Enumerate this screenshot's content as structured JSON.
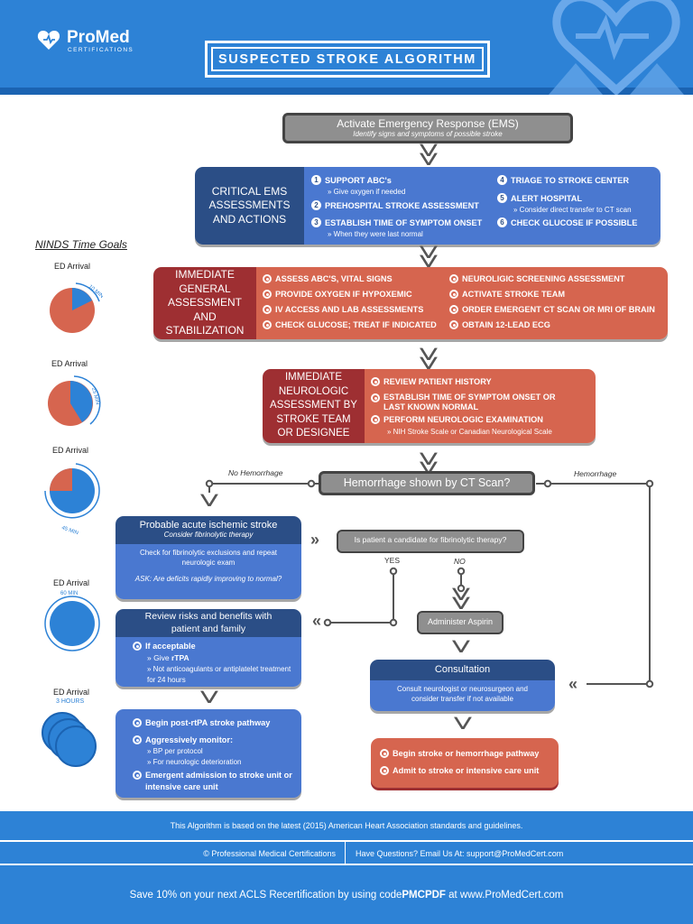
{
  "header": {
    "brand_name": "ProMed",
    "brand_sub": "CERTIFICATIONS",
    "title": "SUSPECTED STROKE ALGORITHM"
  },
  "ninds": {
    "heading": "NINDS Time Goals",
    "goals": [
      {
        "label": "ED Arrival",
        "time": "10 MIN",
        "fraction": 0.167
      },
      {
        "label": "ED Arrival",
        "time": "25 MIN",
        "fraction": 0.417
      },
      {
        "label": "ED Arrival",
        "time": "45 MIN",
        "fraction": 0.75
      },
      {
        "label": "ED Arrival",
        "time": "60 MIN",
        "fraction": 1.0
      },
      {
        "label": "ED Arrival",
        "time": "3 HOURS",
        "fraction": 3.0
      }
    ]
  },
  "ems": {
    "title": "Activate Emergency Response (EMS)",
    "subtitle": "Identify signs and symptoms of possible stroke"
  },
  "critical": {
    "heading": "CRITICAL EMS ASSESSMENTS AND ACTIONS",
    "items": [
      {
        "n": "1",
        "text": "SUPPORT ABC's",
        "sub": "Give oxygen if needed"
      },
      {
        "n": "2",
        "text": "PREHOSPITAL STROKE ASSESSMENT",
        "sub": ""
      },
      {
        "n": "3",
        "text": "ESTABLISH TIME OF SYMPTOM ONSET",
        "sub": "When they were last normal"
      },
      {
        "n": "4",
        "text": "TRIAGE TO STROKE CENTER",
        "sub": ""
      },
      {
        "n": "5",
        "text": "ALERT HOSPITAL",
        "sub": "Consider direct transfer to CT scan"
      },
      {
        "n": "6",
        "text": "CHECK GLUCOSE IF POSSIBLE",
        "sub": ""
      }
    ]
  },
  "general": {
    "heading": "IMMEDIATE GENERAL ASSESSMENT AND STABILIZATION",
    "left": [
      "ASSESS ABC'S, VITAL SIGNS",
      "PROVIDE OXYGEN IF HYPOXEMIC",
      "IV ACCESS AND LAB ASSESSMENTS",
      "CHECK GLUCOSE; TREAT IF INDICATED"
    ],
    "right": [
      "NEUROLIGIC SCREENING ASSESSMENT",
      "ACTIVATE STROKE TEAM",
      "ORDER EMERGENT CT SCAN OR MRI OF BRAIN",
      "OBTAIN 12-LEAD ECG"
    ]
  },
  "neuro": {
    "heading": "IMMEDIATE NEUROLOGIC ASSESSMENT BY STROKE TEAM OR DESIGNEE",
    "items": [
      "REVIEW PATIENT HISTORY",
      "ESTABLISH TIME OF SYMPTOM ONSET OR LAST KNOWN NORMAL",
      "PERFORM NEUROLOGIC EXAMINATION"
    ],
    "sub": "NIH Stroke Scale or Canadian Neurological Scale"
  },
  "ct": {
    "question": "Hemorrhage shown by CT Scan?",
    "no_label": "No Hemorrhage",
    "yes_label": "Hemorrhage"
  },
  "ischemic": {
    "title": "Probable acute ischemic stroke",
    "subtitle": "Consider fibrinolytic therapy",
    "body": "Check for fibrinolytic exclusions and repeat neurologic exam",
    "ask": "ASK: Are deficits rapidly improving to normal?"
  },
  "candidate": {
    "question": "Is patient a candidate for fibrinolytic therapy?",
    "yes": "YES",
    "no": "NO"
  },
  "aspirin": {
    "label": "Administer Aspirin"
  },
  "risks": {
    "title": "Review risks and benefits with patient and family",
    "if_label": "If acceptable",
    "give_prefix": "Give ",
    "give_drug": "rTPA",
    "not_anticoag": "Not anticoagulants or antiplatelet treatment for 24 hours"
  },
  "consultation": {
    "title": "Consultation",
    "body": "Consult neurologist or neurosurgeon and consider transfer if not available"
  },
  "post": {
    "item1": "Begin post-rtPA stroke pathway",
    "item2": "Aggressively monitor:",
    "sub1": "BP per protocol",
    "sub2": "For neurologic deterioration",
    "item3": "Emergent admission to stroke unit or intensive care unit"
  },
  "hemorrhage_path": {
    "item1": "Begin stroke or hemorrhage pathway",
    "item2": "Admit to stroke or intensive care unit"
  },
  "footer": {
    "basis": "This Algorithm is based on the latest (2015) American Heart Association standards and guidelines.",
    "copyright": "© Professional Medical Certifications",
    "questions": "Have Questions? Email Us At: support@ProMedCert.com",
    "promo_pre": "Save 10% on your next ACLS Recertification by using code ",
    "promo_code": "PMCPDF",
    "promo_post": " at www.ProMedCert.com"
  },
  "colors": {
    "header_blue": "#2d82d6",
    "navy": "#2b4e86",
    "blue_panel": "#4a78d0",
    "dark_red": "#9e2f32",
    "salmon": "#d6654f",
    "gray_box": "#8f8f8f"
  }
}
